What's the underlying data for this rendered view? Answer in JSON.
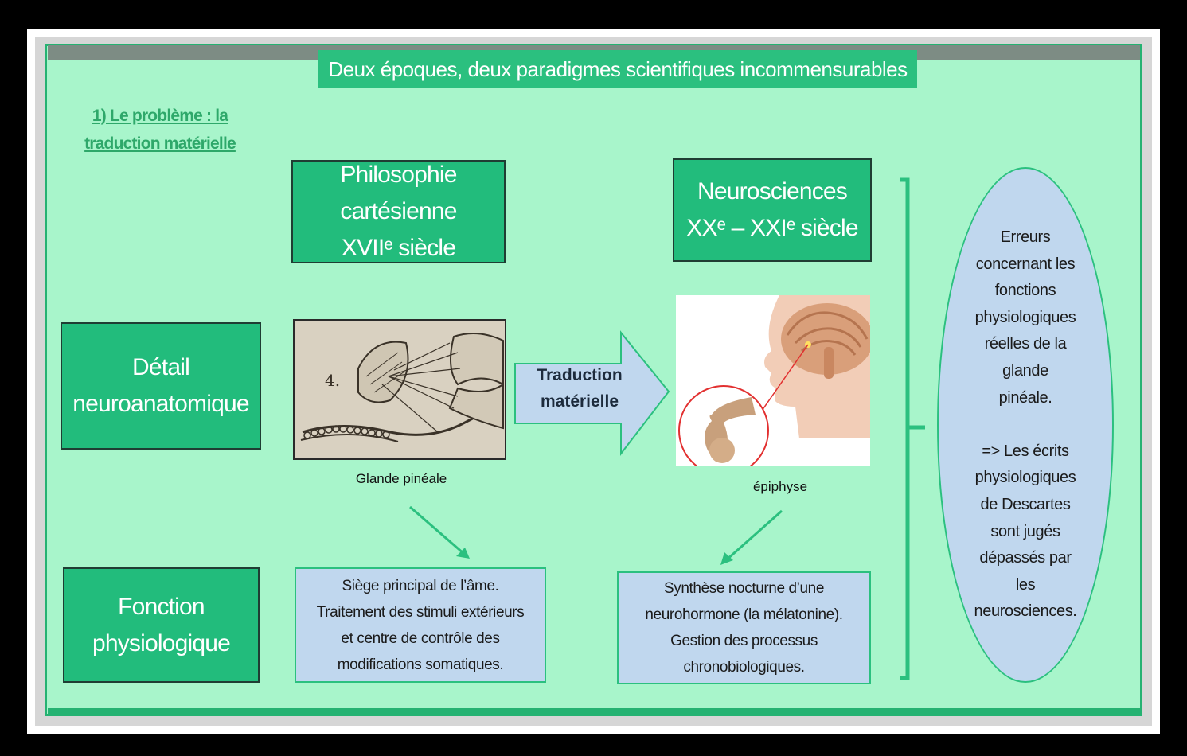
{
  "title": "Deux époques, deux paradigmes scientifiques incommensurables",
  "subtitle": "1) Le problème : la traduction matérielle",
  "row_labels": {
    "detail": "Détail\nneuroanatomique",
    "fonction": "Fonction\nphysiologique"
  },
  "columns": {
    "cartesian": {
      "header": "Philosophie\ncartésienne\nXVIIᵉ siècle",
      "image_caption": "Glande pinéale",
      "function_text": "Siège principal de l’âme.\nTraitement des stimuli extérieurs\net centre de contrôle des\nmodifications somatiques."
    },
    "neuro": {
      "header": "Neurosciences\nXXᵉ – XXIᵉ siècle",
      "image_caption": "épiphyse",
      "function_text": "Synthèse nocturne d’une\nneurohormone (la mélatonine).\nGestion des processus\nchronobiologiques."
    }
  },
  "arrow_label": "Traduction\nmatérielle",
  "engraving_number": "4.",
  "conclusion": "Erreurs\nconcernant les\nfonctions\nphysiologiques\nréelles de la\nglande\npinéale.\n\n=> Les écrits\nphysiologiques\nde Descartes\nsont jugés\ndépassés par\nles\nneurosciences.",
  "colors": {
    "background": "#a8f5cb",
    "green_box": "#22bc7c",
    "light_blue": "#c0d7ee",
    "accent_green": "#2bc07f"
  }
}
